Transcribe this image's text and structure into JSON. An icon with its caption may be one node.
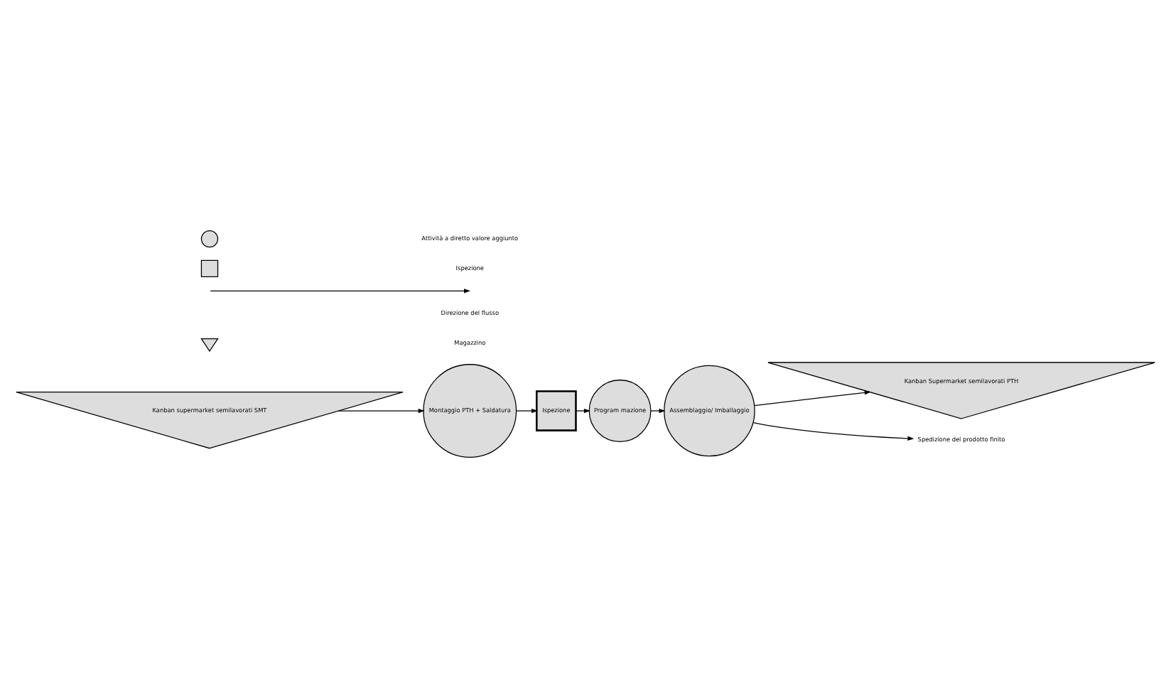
{
  "diagram": {
    "nodes": [
      {
        "text": [
          "Kanban supermarket semilavorati SMT"
        ]
      },
      {
        "text": [
          "Montaggio PTH + Saldatura"
        ]
      },
      {
        "text": [
          "Ispezione"
        ]
      },
      {
        "text": [
          "Program mazione"
        ]
      },
      {
        "text": [
          "Assemblaggio/ Imballaggio"
        ]
      },
      {
        "text": [
          "Kanban Supermarket semilavorati PTH"
        ]
      },
      {
        "text": [
          "Spedizione del prodotto finito"
        ]
      }
    ],
    "edges": [
      {
        "from": 0,
        "to": 1,
        "arrow": "to"
      },
      {
        "from": 1,
        "to": 2,
        "arrow": "to"
      },
      {
        "from": 2,
        "to": 3,
        "arrow": "to"
      },
      {
        "from": 3,
        "to": 4,
        "arrow": "to"
      },
      {
        "from": 4,
        "to": 5,
        "arrow": "to"
      },
      {
        "from": 4,
        "to": 6,
        "arrow": "to"
      }
    ],
    "legend": [
      {
        "text": "Attività a diretto valore aggiunto"
      },
      {
        "text": "Ispezione"
      },
      {
        "text": "Direzione del flusso"
      },
      {
        "text": "Magazzino"
      }
    ]
  }
}
